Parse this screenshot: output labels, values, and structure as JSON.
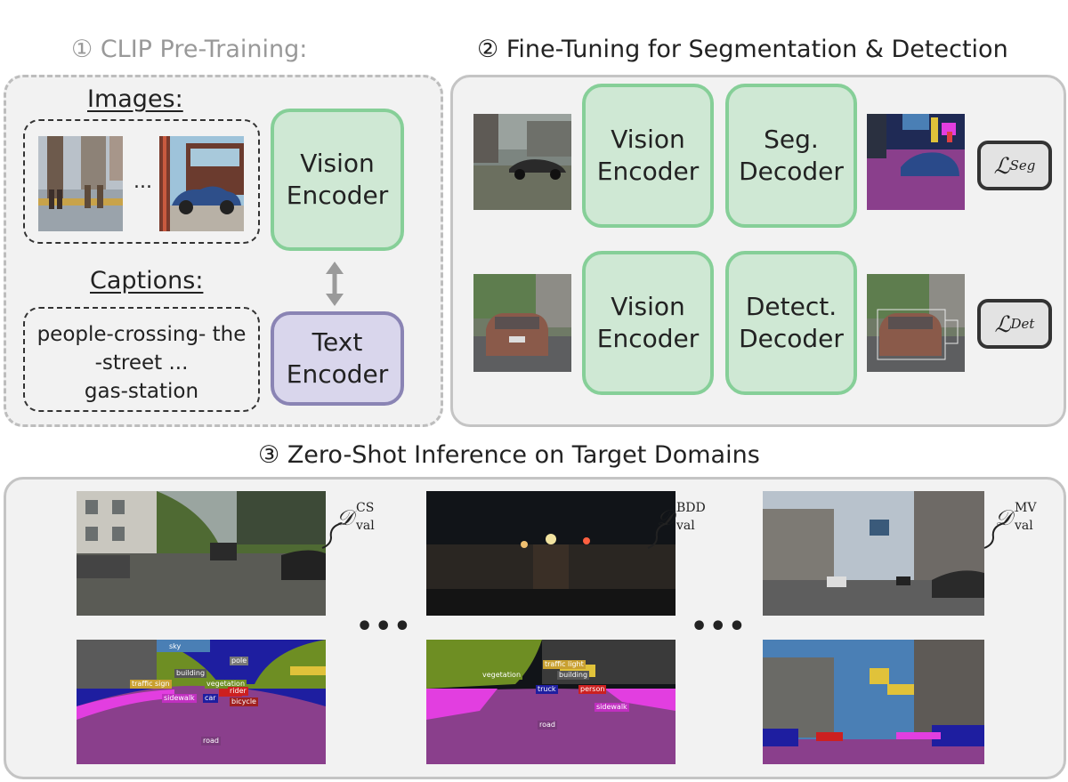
{
  "section1": {
    "number": "①",
    "title": "CLIP Pre-Training:",
    "images_heading": "Images:",
    "ellipsis": "...",
    "captions_heading": "Captions:",
    "caption_line1": "people-crossing- the",
    "caption_line2": "-street ...",
    "caption_line3": "gas-station",
    "vision_encoder": [
      "Vision",
      "Encoder"
    ],
    "text_encoder": [
      "Text",
      "Encoder"
    ]
  },
  "section2": {
    "number": "②",
    "title": "Fine-Tuning for Segmentation & Detection",
    "seg_row": {
      "encoder": [
        "Vision",
        "Encoder"
      ],
      "decoder": [
        "Seg.",
        "Decoder"
      ],
      "loss_main": "ℒ",
      "loss_sub": "Seg"
    },
    "det_row": {
      "encoder": [
        "Vision",
        "Encoder"
      ],
      "decoder": [
        "Detect.",
        "Decoder"
      ],
      "loss_main": "ℒ",
      "loss_sub": "Det"
    }
  },
  "section3": {
    "number": "③",
    "title": "Zero-Shot Inference on Target Domains",
    "dots": "•••",
    "domains": [
      {
        "symbol": "𝒟",
        "sup": "CS",
        "sub": "val"
      },
      {
        "symbol": "𝒟",
        "sup": "BDD",
        "sub": "val"
      },
      {
        "symbol": "𝒟",
        "sup": "MV",
        "sub": "val"
      }
    ],
    "seg_labels_cs": [
      "sky",
      "building",
      "pole",
      "traffic sign",
      "vegetation",
      "sidewalk",
      "car",
      "rider",
      "bicycle",
      "road"
    ],
    "seg_labels_bdd": [
      "vegetation",
      "traffic light",
      "building",
      "truck",
      "person",
      "sidewalk",
      "road"
    ]
  },
  "colors": {
    "encoder_fill": "#cfe8d4",
    "encoder_border": "#86cf98",
    "text_encoder_fill": "#d9d6ec",
    "text_encoder_border": "#8a84b4",
    "road": "#8a3f8c",
    "sidewalk": "#e23ee0",
    "vegetation": "#6e8e23",
    "car": "#1e1ea0",
    "sky": "#4a7fb5"
  }
}
